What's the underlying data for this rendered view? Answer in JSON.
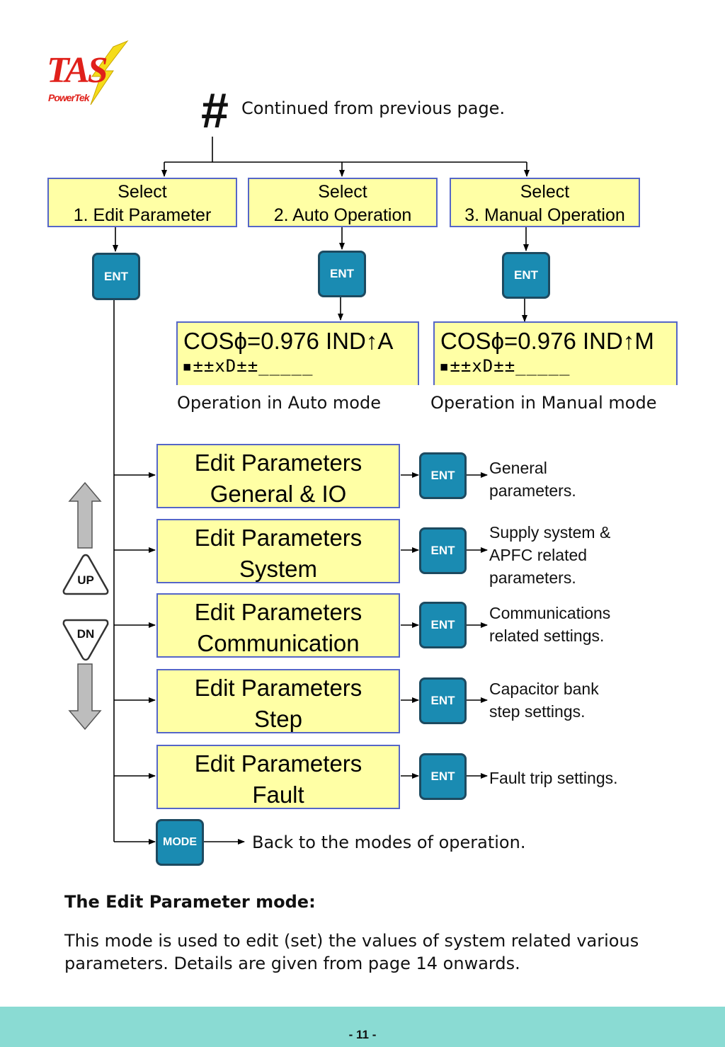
{
  "logo": {
    "main": "TAS",
    "sub": "PowerTek"
  },
  "header": {
    "hash": "#",
    "text": "Continued from previous page."
  },
  "select_boxes": [
    {
      "line1": "Select",
      "line2": "1. Edit Parameter"
    },
    {
      "line1": "Select",
      "line2": "2. Auto Operation"
    },
    {
      "line1": "Select",
      "line2": "3. Manual Operation"
    }
  ],
  "buttons": {
    "ent": "ENT",
    "mode": "MODE",
    "up": "UP",
    "dn": "DN"
  },
  "lcd_auto": {
    "line1": "COSϕ=0.976 IND↑A",
    "line2": "▪±±xD±±_____",
    "caption": "Operation in Auto mode"
  },
  "lcd_manual": {
    "line1": "COSϕ=0.976 IND↑M",
    "line2": "▪±±xD±±_____",
    "caption": "Operation in Manual mode"
  },
  "edit_params": [
    {
      "line1": "Edit Parameters",
      "line2": "General & IO",
      "desc": "General parameters."
    },
    {
      "line1": "Edit Parameters",
      "line2": "System",
      "desc": "Supply system & APFC related parameters."
    },
    {
      "line1": "Edit Parameters",
      "line2": "Communication",
      "desc": "Communications related settings."
    },
    {
      "line1": "Edit Parameters",
      "line2": "Step",
      "desc": "Capacitor bank step settings."
    },
    {
      "line1": "Edit Parameters",
      "line2": "Fault",
      "desc": "Fault trip settings."
    }
  ],
  "mode_text": "Back to the modes of operation.",
  "section": {
    "heading": "The Edit Parameter mode:",
    "body": "This mode is used to edit (set) the values of system related various parameters. Details are given from page 14 onwards."
  },
  "footer": {
    "page": "- 11 -"
  },
  "colors": {
    "box_fill": "#ffffa5",
    "box_border": "#5566c8",
    "button": "#1a8bb2",
    "footer": "#8adbd3",
    "logo_red": "#e0201a"
  }
}
